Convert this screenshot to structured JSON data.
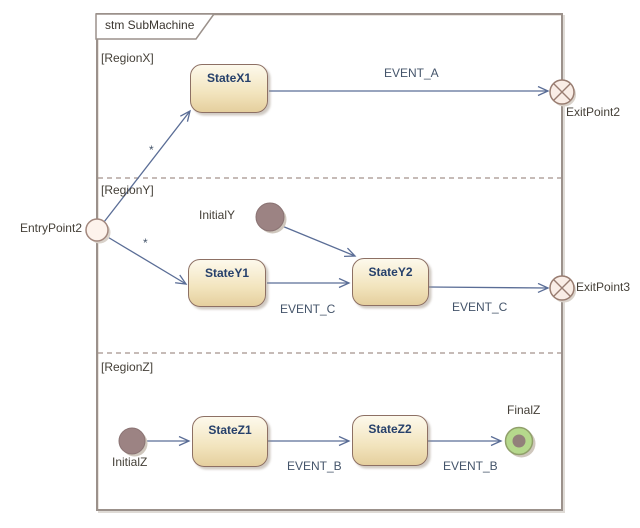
{
  "frame": {
    "title": "stm SubMachine"
  },
  "regions": [
    {
      "label": "[RegionX]"
    },
    {
      "label": "[RegionY]"
    },
    {
      "label": "[RegionZ]"
    }
  ],
  "states": [
    {
      "name": "StateX1"
    },
    {
      "name": "StateY1"
    },
    {
      "name": "StateY2"
    },
    {
      "name": "StateZ1"
    },
    {
      "name": "StateZ2"
    }
  ],
  "pseudostates": {
    "entry2": {
      "name": "EntryPoint2",
      "kind": "entry-point"
    },
    "exit2": {
      "name": "ExitPoint2",
      "kind": "exit-point"
    },
    "exit3": {
      "name": "ExitPoint3",
      "kind": "exit-point"
    },
    "initialY": {
      "name": "InitialY",
      "kind": "initial"
    },
    "initialZ": {
      "name": "InitialZ",
      "kind": "initial"
    },
    "finalZ": {
      "name": "FinalZ",
      "kind": "final"
    }
  },
  "transitions": [
    {
      "from": "EntryPoint2",
      "to": "StateX1",
      "label": "*"
    },
    {
      "from": "EntryPoint2",
      "to": "StateY1",
      "label": "*"
    },
    {
      "from": "StateX1",
      "to": "ExitPoint2",
      "label": "EVENT_A"
    },
    {
      "from": "InitialY",
      "to": "StateY2",
      "label": ""
    },
    {
      "from": "StateY1",
      "to": "StateY2",
      "label": "EVENT_C"
    },
    {
      "from": "StateY2",
      "to": "ExitPoint3",
      "label": "EVENT_C"
    },
    {
      "from": "InitialZ",
      "to": "StateZ1",
      "label": ""
    },
    {
      "from": "StateZ1",
      "to": "StateZ2",
      "label": "EVENT_B"
    },
    {
      "from": "StateZ2",
      "to": "FinalZ",
      "label": "EVENT_B"
    }
  ],
  "colors": {
    "state_fill_top": "#fdf9ec",
    "state_fill_bottom": "#e5cf9e",
    "state_border": "#8d7064",
    "state_text": "#26406b",
    "transition_line": "#5a6d96",
    "event_label_text": "#44546a",
    "frame_border": "#9b918b",
    "initial_fill": "#9c8383",
    "final_fill": "#b5d88c",
    "final_inner": "#92807a",
    "entry_fill": "#fdf3ec",
    "exit_fill": "#f9ede6",
    "point_border": "#997d71"
  }
}
